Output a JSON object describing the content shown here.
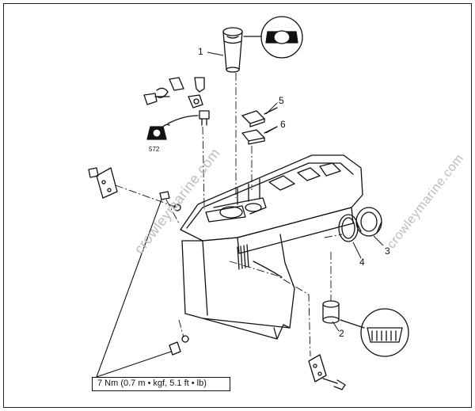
{
  "callouts": {
    "c1": "1",
    "c2": "2",
    "c3": "3",
    "c4": "4",
    "c5": "5",
    "c6": "6"
  },
  "sealant": {
    "code": "572"
  },
  "torque_spec": "7 Nm (0.7 m • kgf, 5.1 ft • lb)",
  "watermark": "crowleymarine.com",
  "colors": {
    "line": "#111111",
    "watermark": "#bdbdbd"
  }
}
